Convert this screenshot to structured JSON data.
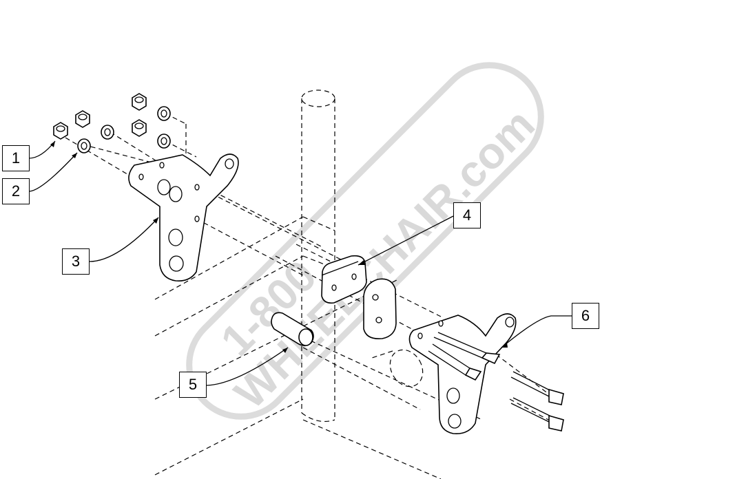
{
  "callouts": [
    {
      "id": "1",
      "label": "1"
    },
    {
      "id": "2",
      "label": "2"
    },
    {
      "id": "3",
      "label": "3"
    },
    {
      "id": "4",
      "label": "4"
    },
    {
      "id": "5",
      "label": "5"
    },
    {
      "id": "6",
      "label": "6"
    }
  ],
  "watermark": {
    "line1": "1-800",
    "line2": "WHEELCHAIR.com",
    "color": "#d9d9d9"
  },
  "colors": {
    "line": "#000000",
    "background": "#ffffff"
  }
}
